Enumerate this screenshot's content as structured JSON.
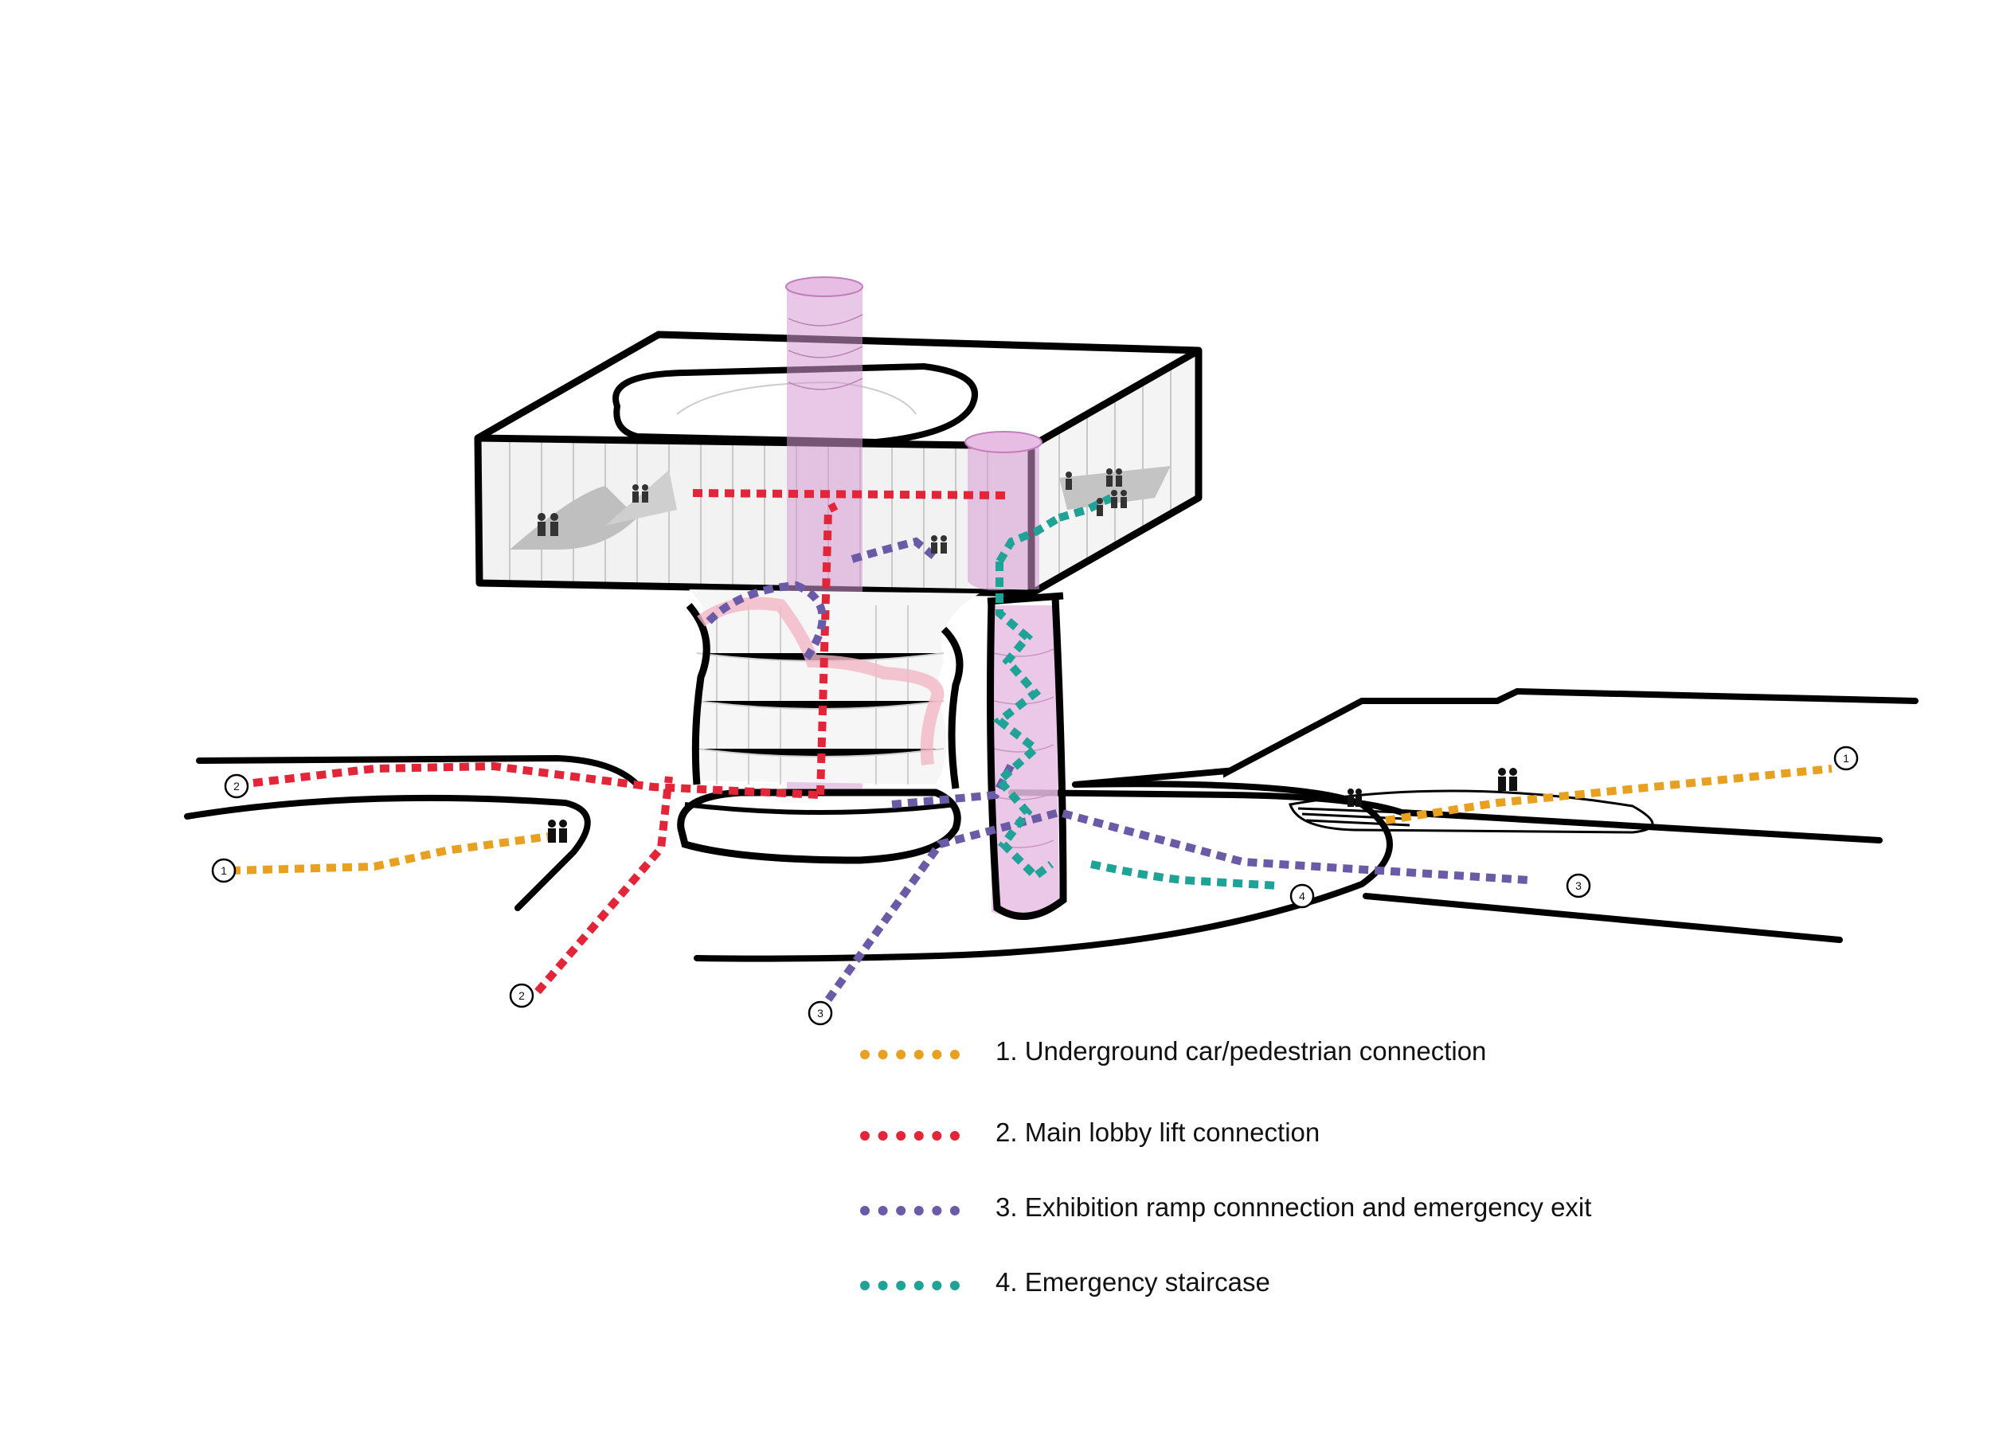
{
  "colors": {
    "route1": "#E8A020",
    "route2": "#E3253A",
    "route3": "#6B5BA6",
    "route4": "#1FA396",
    "lift": "#D79BD3",
    "outline": "#000000"
  },
  "markers": {
    "m1_left": "1",
    "m1_right": "1",
    "m2_left": "2",
    "m2_bottom": "2",
    "m3_bottom": "3",
    "m3_right": "3",
    "m4": "4"
  },
  "legend": [
    {
      "label": "1. Underground car/pedestrian connection",
      "color": "#E8A020"
    },
    {
      "label": "2. Main lobby lift connection",
      "color": "#E3253A"
    },
    {
      "label": "3. Exhibition ramp connnection and emergency exit",
      "color": "#6B5BA6"
    },
    {
      "label": "4. Emergency staircase",
      "color": "#1FA396"
    }
  ]
}
